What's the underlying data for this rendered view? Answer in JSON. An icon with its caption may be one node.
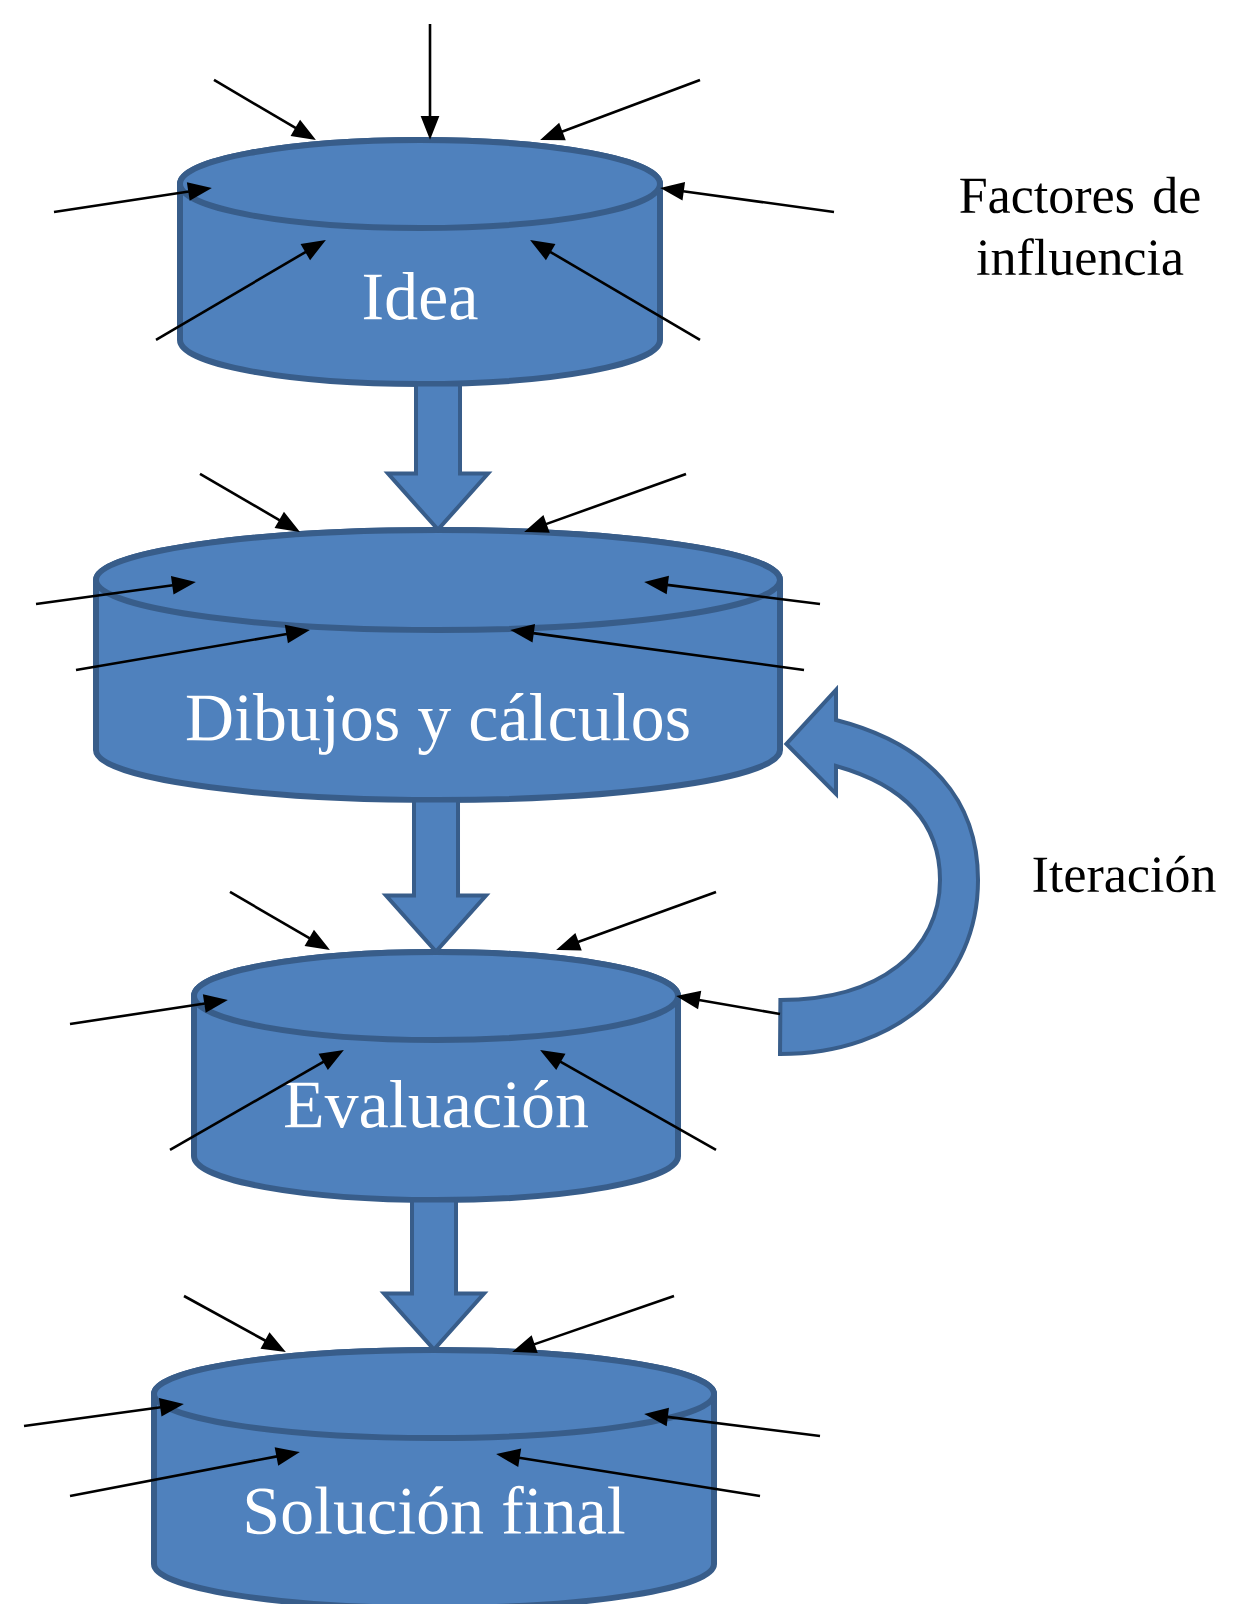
{
  "diagram": {
    "nodes": [
      {
        "text": [
          "Idea"
        ]
      },
      {
        "text": [
          "Dibujos y cálculos"
        ]
      },
      {
        "text": [
          "Evaluación"
        ]
      },
      {
        "text": [
          "Solución final"
        ]
      }
    ],
    "edges": [
      {
        "from": 0,
        "to": 1,
        "arrow": "to",
        "style": "thick",
        "color": "#4f81bd"
      },
      {
        "from": 1,
        "to": 2,
        "arrow": "to",
        "style": "thick",
        "color": "#4f81bd"
      },
      {
        "from": 2,
        "to": 3,
        "arrow": "to",
        "style": "thick",
        "color": "#4f81bd"
      },
      {
        "from": 2,
        "to": 1,
        "arrow": "to",
        "style": "thick",
        "color": "#4f81bd",
        "label": "Iteración"
      },
      {
        "from": null,
        "to": 0,
        "arrow": "to"
      },
      {
        "from": null,
        "to": 0,
        "arrow": "to"
      },
      {
        "from": null,
        "to": 0,
        "arrow": "to"
      },
      {
        "from": null,
        "to": 0,
        "arrow": "to"
      },
      {
        "from": null,
        "to": 0,
        "arrow": "to"
      },
      {
        "from": null,
        "to": 0,
        "arrow": "to"
      },
      {
        "from": null,
        "to": 0,
        "arrow": "to"
      },
      {
        "from": null,
        "to": 1,
        "arrow": "to"
      },
      {
        "from": null,
        "to": 1,
        "arrow": "to"
      },
      {
        "from": null,
        "to": 1,
        "arrow": "to"
      },
      {
        "from": null,
        "to": 1,
        "arrow": "to"
      },
      {
        "from": null,
        "to": 1,
        "arrow": "to"
      },
      {
        "from": null,
        "to": 1,
        "arrow": "to"
      },
      {
        "from": null,
        "to": 2,
        "arrow": "to"
      },
      {
        "from": null,
        "to": 2,
        "arrow": "to"
      },
      {
        "from": null,
        "to": 2,
        "arrow": "to"
      },
      {
        "from": null,
        "to": 2,
        "arrow": "to"
      },
      {
        "from": null,
        "to": 2,
        "arrow": "to"
      },
      {
        "from": null,
        "to": 2,
        "arrow": "to"
      },
      {
        "from": null,
        "to": 3,
        "arrow": "to"
      },
      {
        "from": null,
        "to": 3,
        "arrow": "to"
      },
      {
        "from": null,
        "to": 3,
        "arrow": "to"
      },
      {
        "from": null,
        "to": 3,
        "arrow": "to"
      },
      {
        "from": null,
        "to": 3,
        "arrow": "to"
      },
      {
        "from": null,
        "to": 3,
        "arrow": "to"
      }
    ],
    "labels": [
      "Factores de influencia"
    ]
  }
}
